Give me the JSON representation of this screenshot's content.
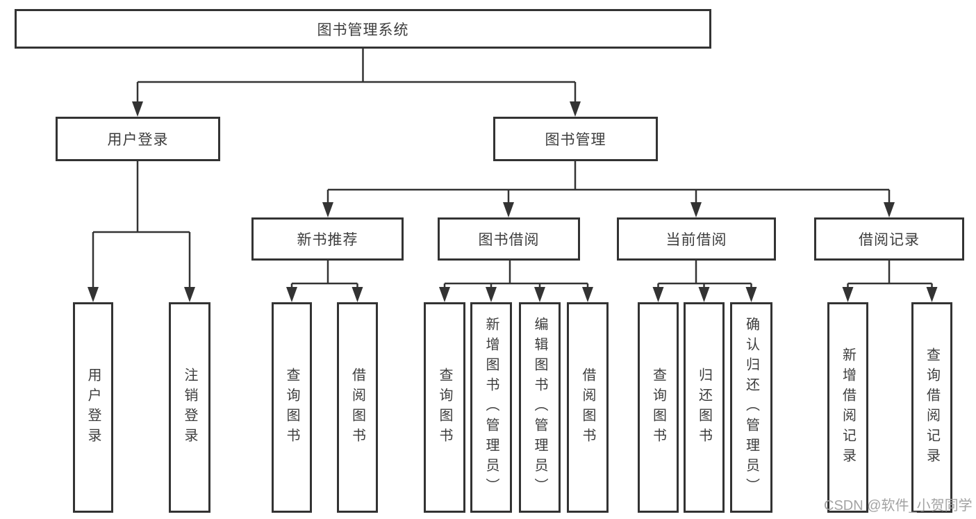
{
  "diagram": {
    "title": "图书管理系统",
    "type": "hierarchy",
    "colors": {
      "line": "#333333",
      "border": "#333333",
      "text": "#3d3d3d",
      "watermark": "#a3a3a3",
      "background": "#ffffff"
    },
    "root": {
      "label": "图书管理系统"
    },
    "level2": [
      {
        "label": "用户登录"
      },
      {
        "label": "图书管理"
      }
    ],
    "level3": [
      {
        "label": "新书推荐",
        "parent": "图书管理"
      },
      {
        "label": "图书借阅",
        "parent": "图书管理"
      },
      {
        "label": "当前借阅",
        "parent": "图书管理"
      },
      {
        "label": "借阅记录",
        "parent": "图书管理"
      }
    ],
    "leaves": [
      {
        "label": "用户登录",
        "parent": "用户登录"
      },
      {
        "label": "注销登录",
        "parent": "用户登录"
      },
      {
        "label": "查询图书",
        "parent": "新书推荐"
      },
      {
        "label": "借阅图书",
        "parent": "新书推荐"
      },
      {
        "label": "查询图书",
        "parent": "图书借阅"
      },
      {
        "label": "新增图书（管理员）",
        "parent": "图书借阅"
      },
      {
        "label": "编辑图书（管理员）",
        "parent": "图书借阅"
      },
      {
        "label": "借阅图书",
        "parent": "图书借阅"
      },
      {
        "label": "查询图书",
        "parent": "当前借阅"
      },
      {
        "label": "归还图书",
        "parent": "当前借阅"
      },
      {
        "label": "确认归还（管理员）",
        "parent": "当前借阅"
      },
      {
        "label": "新增借阅记录",
        "parent": "借阅记录"
      },
      {
        "label": "查询借阅记录",
        "parent": "借阅记录"
      }
    ],
    "watermark": "CSDN @软件_小贺同学"
  }
}
